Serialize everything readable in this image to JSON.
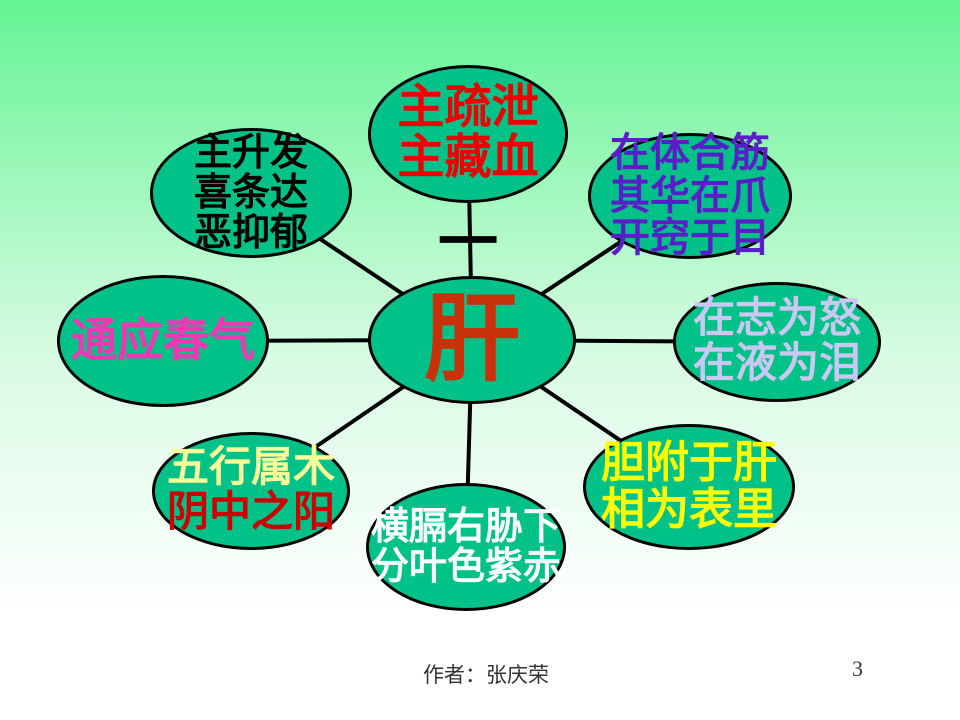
{
  "slide": {
    "background_top": "#64F494",
    "background_bottom": "#FFFFFF",
    "node_fill": "#00C289",
    "node_border": "#000000",
    "connector_color": "#000000"
  },
  "center": {
    "label": "肝",
    "color": "#C8320A"
  },
  "dash": {
    "text": "一",
    "color": "#000000"
  },
  "nodes": {
    "top": {
      "lines": [
        {
          "text": "主疏泄",
          "color": "#EE0000"
        },
        {
          "text": "主藏血",
          "color": "#EE0000"
        }
      ]
    },
    "top_left": {
      "lines": [
        {
          "text": "主升发",
          "color": "#000000"
        },
        {
          "text": "喜条达",
          "color": "#000000"
        },
        {
          "text": "恶抑郁",
          "color": "#000000"
        }
      ]
    },
    "top_right": {
      "lines": [
        {
          "text": "在体合筋",
          "color": "#5A1EC8"
        },
        {
          "text": "其华在爪",
          "color": "#5A1EC8"
        },
        {
          "text": "开窍于目",
          "color": "#5A1EC8"
        }
      ]
    },
    "left": {
      "lines": [
        {
          "text": "通应春气",
          "color": "#F038B4"
        }
      ]
    },
    "right": {
      "lines": [
        {
          "text": "在志为怒",
          "color": "#C8C8F0"
        },
        {
          "text": "在液为泪",
          "color": "#C8C8F0"
        }
      ]
    },
    "bottom_left": {
      "lines": [
        {
          "text": "五行属木",
          "color": "#FFFF99"
        },
        {
          "text": "阴中之阳",
          "color": "#CC0000"
        }
      ]
    },
    "bottom": {
      "lines": [
        {
          "text": "横膈右胁下",
          "color": "#FFFFFF"
        },
        {
          "text": "分叶色紫赤",
          "color": "#FFFFFF"
        }
      ]
    },
    "bottom_right": {
      "lines": [
        {
          "text": "胆附于肝",
          "color": "#FFFF00"
        },
        {
          "text": "相为表里",
          "color": "#FFFF00"
        }
      ]
    }
  },
  "footer": {
    "author": "作者：张庆荣",
    "page_number": "3"
  }
}
